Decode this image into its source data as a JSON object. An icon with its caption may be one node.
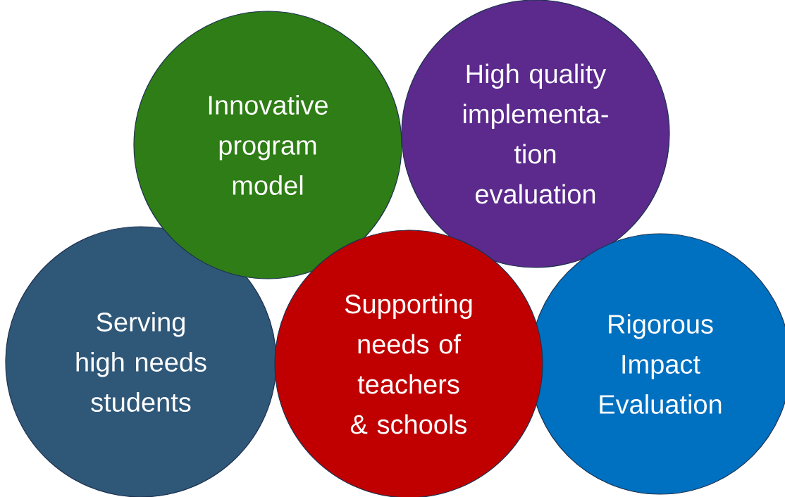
{
  "diagram": {
    "nodes": [
      {
        "text": [
          "Innovative program model"
        ]
      },
      {
        "text": [
          "High quality implementa-tion evaluation"
        ]
      },
      {
        "text": [
          "Serving high needs students"
        ]
      },
      {
        "text": [
          "Supporting needs of teachers & schools"
        ]
      },
      {
        "text": [
          "Rigorous Impact Evaluation"
        ]
      }
    ]
  }
}
